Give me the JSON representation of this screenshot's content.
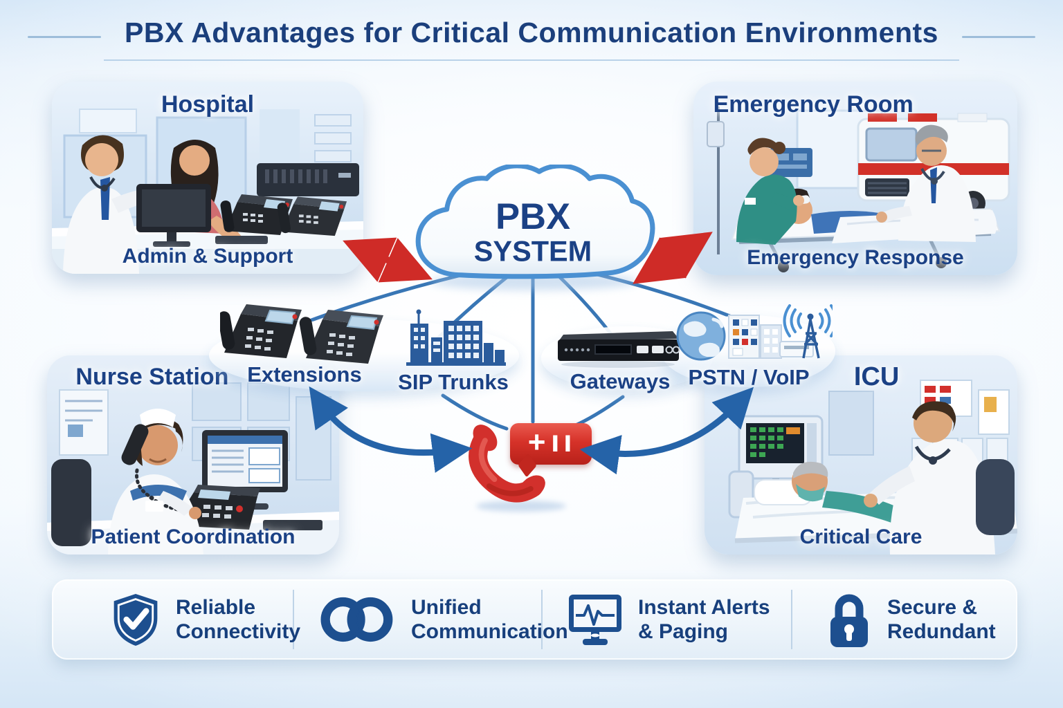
{
  "title": "PBX Advantages for Critical Communication Environments",
  "colors": {
    "navy_text": "#1b4185",
    "line_blue": "#2e6fb2",
    "arrow_blue": "#2563a8",
    "cloud_stroke": "#4a90d2",
    "alert_red": "#cf2b27",
    "icon_navy": "#1d4f8f"
  },
  "cloud": {
    "icon": "cloud-icon",
    "line1": "PBX",
    "line2": "SYSTEM"
  },
  "panels": [
    {
      "title": "Hospital",
      "caption": "Admin & Support",
      "illustration": "hospital-reception-illustration"
    },
    {
      "title": "Emergency Room",
      "caption": "Emergency Response",
      "illustration": "emergency-room-illustration"
    },
    {
      "title": "Nurse Station",
      "caption": "Patient Coordination",
      "illustration": "nurse-station-illustration"
    },
    {
      "title": "ICU",
      "caption": "Critical Care",
      "illustration": "icu-illustration"
    }
  ],
  "nodes": [
    {
      "label": "Extensions",
      "icon": "desk-phones-icon"
    },
    {
      "label": "SIP Trunks",
      "icon": "city-buildings-icon"
    },
    {
      "label": "Gateways",
      "icon": "gateway-server-icon"
    },
    {
      "label": "PSTN / VoIP",
      "icon": "globe-antenna-icon"
    }
  ],
  "center": {
    "icon": "emergency-call-icon",
    "bubble_plus": "+",
    "bubble_bars": "II"
  },
  "features": [
    {
      "icon": "shield-check-icon",
      "line1": "Reliable",
      "line2": "Connectivity"
    },
    {
      "icon": "linked-rings-icon",
      "line1": "Unified",
      "line2": "Communication"
    },
    {
      "icon": "alert-monitor-icon",
      "line1": "Instant Alerts",
      "line2": "& Paging"
    },
    {
      "icon": "padlock-icon",
      "line1": "Secure &",
      "line2": "Redundant"
    }
  ]
}
